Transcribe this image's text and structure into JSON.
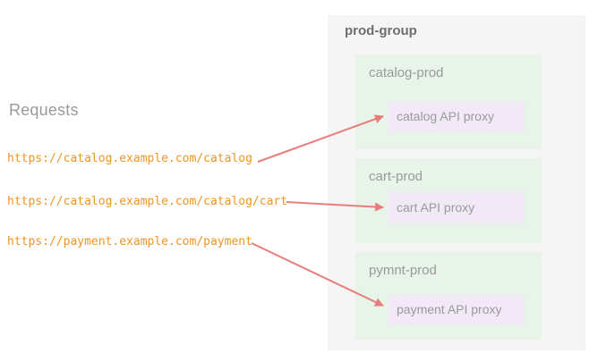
{
  "requests": {
    "title": "Requests",
    "urls": [
      "https://catalog.example.com/catalog",
      "https://catalog.example.com/catalog/cart",
      "https://payment.example.com/payment"
    ]
  },
  "prod_group": {
    "title": "prod-group",
    "environments": [
      {
        "name": "catalog-prod",
        "proxy": "catalog API proxy"
      },
      {
        "name": "cart-prod",
        "proxy": "cart API proxy"
      },
      {
        "name": "pymnt-prod",
        "proxy": "payment API proxy"
      }
    ]
  },
  "colors": {
    "url_text": "#f29420",
    "arrow": "#e87d7d",
    "group_bg": "#f5f5f5",
    "env_bg": "#e8f3ea",
    "proxy_bg": "#f2e9f7",
    "heading_text": "#9a9a9a",
    "group_title_text": "#6e6e6e",
    "label_text": "#9a9a9a"
  }
}
